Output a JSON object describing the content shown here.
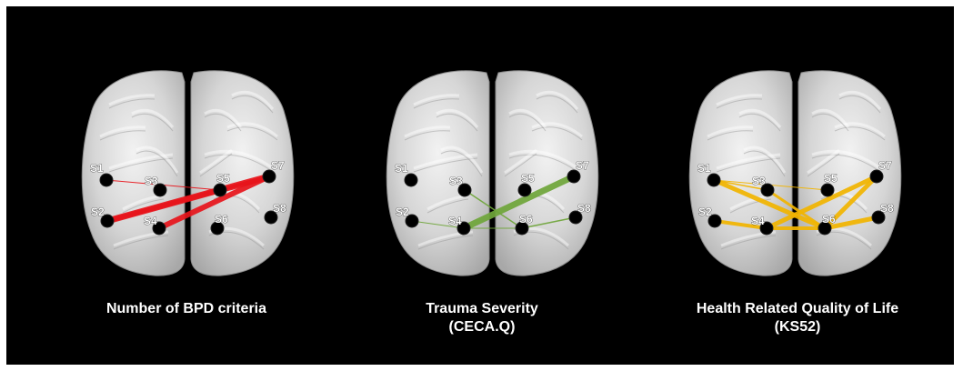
{
  "panels": [
    {
      "id": "bpd",
      "caption": [
        "Number of BPD criteria"
      ],
      "edge_color": "#e8141b",
      "edges": [
        {
          "from": "S1",
          "to": "S5",
          "weight": 1
        },
        {
          "from": "S2",
          "to": "S5",
          "weight": 5
        },
        {
          "from": "S2",
          "to": "S7",
          "weight": 7
        },
        {
          "from": "S4",
          "to": "S7",
          "weight": 6
        },
        {
          "from": "S5",
          "to": "S7",
          "weight": 4
        }
      ]
    },
    {
      "id": "trauma",
      "caption": [
        "Trauma Severity",
        "(CECA.Q)"
      ],
      "edge_color": "#6fa63a",
      "edges": [
        {
          "from": "S4",
          "to": "S7",
          "weight": 7
        },
        {
          "from": "S3",
          "to": "S6",
          "weight": 1.5
        },
        {
          "from": "S2",
          "to": "S4",
          "weight": 1
        },
        {
          "from": "S6",
          "to": "S8",
          "weight": 1.5
        },
        {
          "from": "S4",
          "to": "S6",
          "weight": 1
        }
      ]
    },
    {
      "id": "hrqol",
      "caption": [
        "Health Related Quality of Life",
        "(KS52)"
      ],
      "edge_color": "#f2b500",
      "edges": [
        {
          "from": "S1",
          "to": "S3",
          "weight": 1.5
        },
        {
          "from": "S1",
          "to": "S6",
          "weight": 5
        },
        {
          "from": "S1",
          "to": "S5",
          "weight": 1
        },
        {
          "from": "S2",
          "to": "S4",
          "weight": 4
        },
        {
          "from": "S3",
          "to": "S6",
          "weight": 3
        },
        {
          "from": "S4",
          "to": "S7",
          "weight": 5
        },
        {
          "from": "S4",
          "to": "S6",
          "weight": 4
        },
        {
          "from": "S6",
          "to": "S7",
          "weight": 5
        },
        {
          "from": "S6",
          "to": "S8",
          "weight": 5
        }
      ]
    }
  ],
  "nodes": [
    "S1",
    "S2",
    "S3",
    "S4",
    "S5",
    "S6",
    "S7",
    "S8"
  ],
  "colors": {
    "background": "#000000",
    "brain": "#d9d9d9",
    "node": "#000000",
    "text": "#ffffff"
  }
}
